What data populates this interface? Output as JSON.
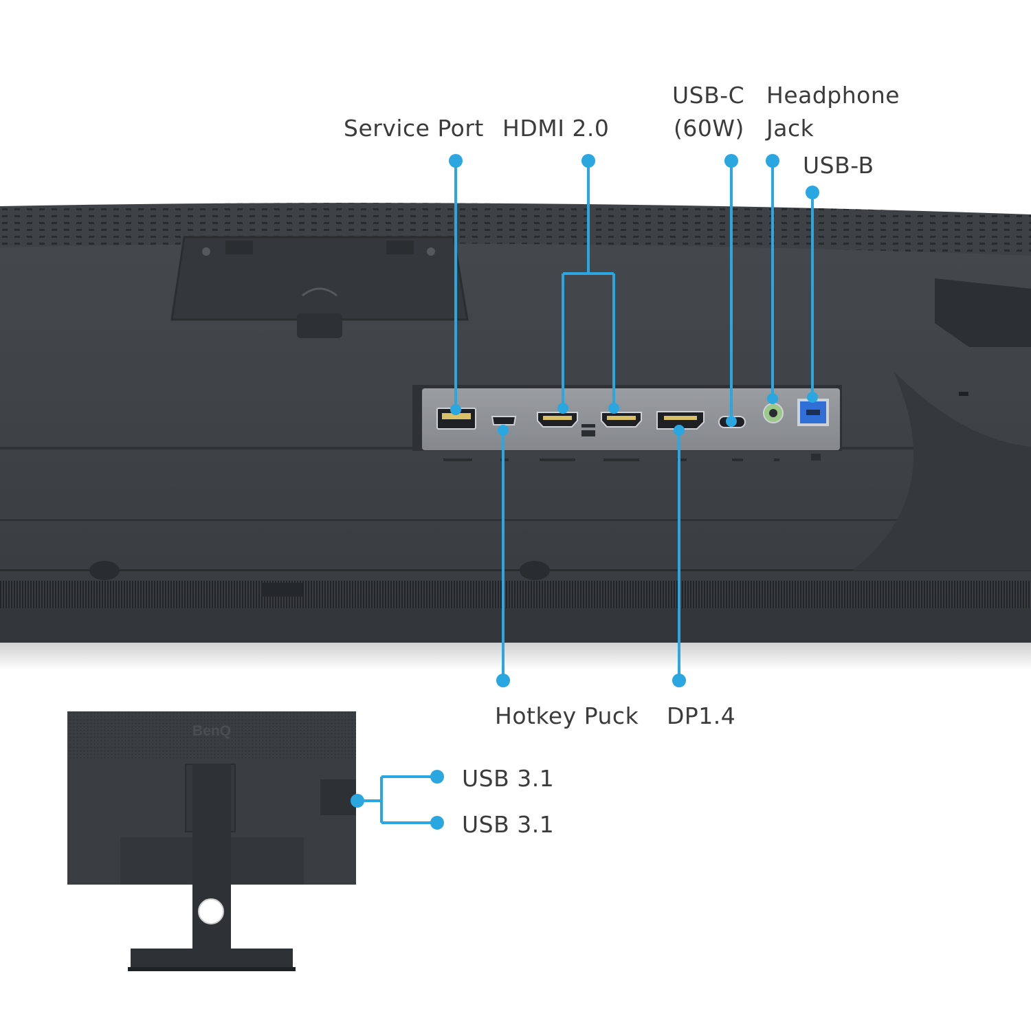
{
  "colors": {
    "accent": "#2aa7e0",
    "label": "#3b3b3b",
    "monitor_body": "#3a3e42",
    "io_panel": "#8e9196",
    "usb_b_blue": "#2f6fd6",
    "audio_green": "#9bc98a"
  },
  "labels": {
    "service_port": "Service Port",
    "hdmi": "HDMI 2.0",
    "usbc_line1": "USB-C",
    "usbc_line2": "(60W)",
    "headphone_line1": "Headphone",
    "headphone_line2": "Jack",
    "usbb": "USB-B",
    "hotkey_puck": "Hotkey Puck",
    "dp": "DP1.4",
    "usb31_a": "USB 3.1",
    "usb31_b": "USB 3.1"
  },
  "brand": {
    "logo": "BenQ"
  },
  "icons": [
    "callout-dot-icon",
    "usb-a-port-icon",
    "mini-usb-port-icon",
    "hdmi-port-icon",
    "displayport-port-icon",
    "usb-c-port-icon",
    "audio-jack-icon",
    "usb-b-port-icon"
  ]
}
